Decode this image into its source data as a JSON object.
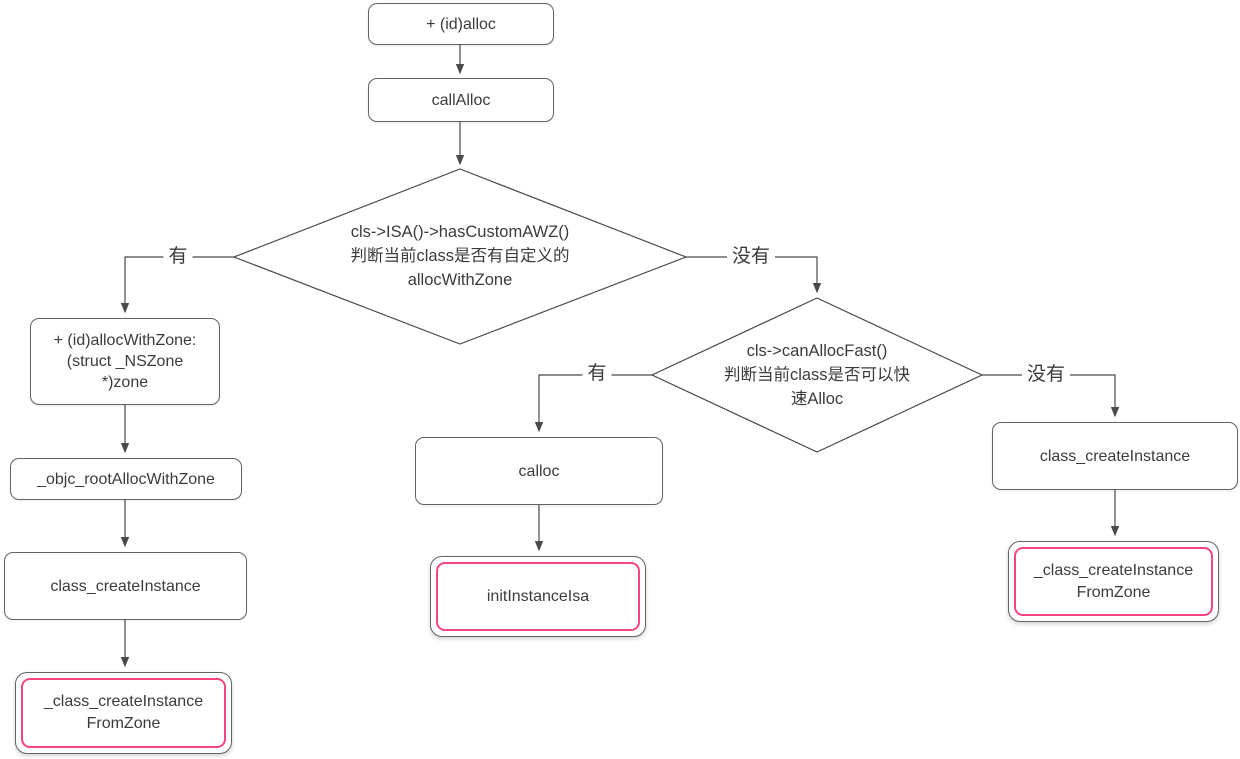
{
  "title": "Objective-C alloc flow diagram",
  "colors": {
    "line": "#4a4a4a",
    "box_border": "#636363",
    "text": "#3b3b3b",
    "accent_pink": "#f4467c",
    "background": "#ffffff"
  },
  "nodes": {
    "alloc": {
      "label": "+ (id)alloc"
    },
    "call_alloc": {
      "label": "callAlloc"
    },
    "has_custom_awz": {
      "label": "cls->ISA()->hasCustomAWZ()\n判断当前class是否有自定义的\nallocWithZone"
    },
    "alloc_with_zone": {
      "label": "+ (id)allocWithZone:\n(struct _NSZone\n*)zone"
    },
    "objc_root_alloc_with_zone": {
      "label": "_objc_rootAllocWithZone"
    },
    "class_create_instance_left": {
      "label": "class_createInstance"
    },
    "class_create_instance_from_zone_left": {
      "label": "_class_createInstance\nFromZone"
    },
    "can_alloc_fast": {
      "label": "cls->canAllocFast()\n判断当前class是否可以快\n速Alloc"
    },
    "calloc": {
      "label": "calloc"
    },
    "init_instance_isa": {
      "label": "initInstanceIsa"
    },
    "class_create_instance_right": {
      "label": "class_createInstance"
    },
    "class_create_instance_from_zone_right": {
      "label": "_class_createInstance\nFromZone"
    }
  },
  "edge_labels": {
    "awz_yes": "有",
    "awz_no": "没有",
    "fast_yes": "有",
    "fast_no": "没有"
  }
}
